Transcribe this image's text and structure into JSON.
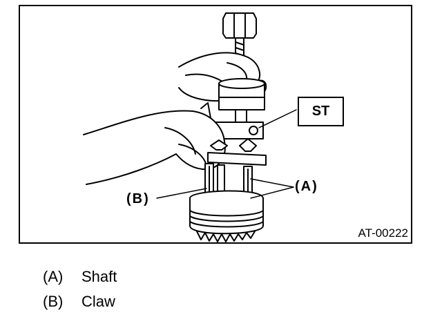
{
  "figure": {
    "special_tool_label": "ST",
    "callout_a": "(A)",
    "callout_b": "(B)",
    "figure_id": "AT-00222"
  },
  "legend": [
    {
      "key": "(A)",
      "value": "Shaft"
    },
    {
      "key": "(B)",
      "value": "Claw"
    }
  ]
}
